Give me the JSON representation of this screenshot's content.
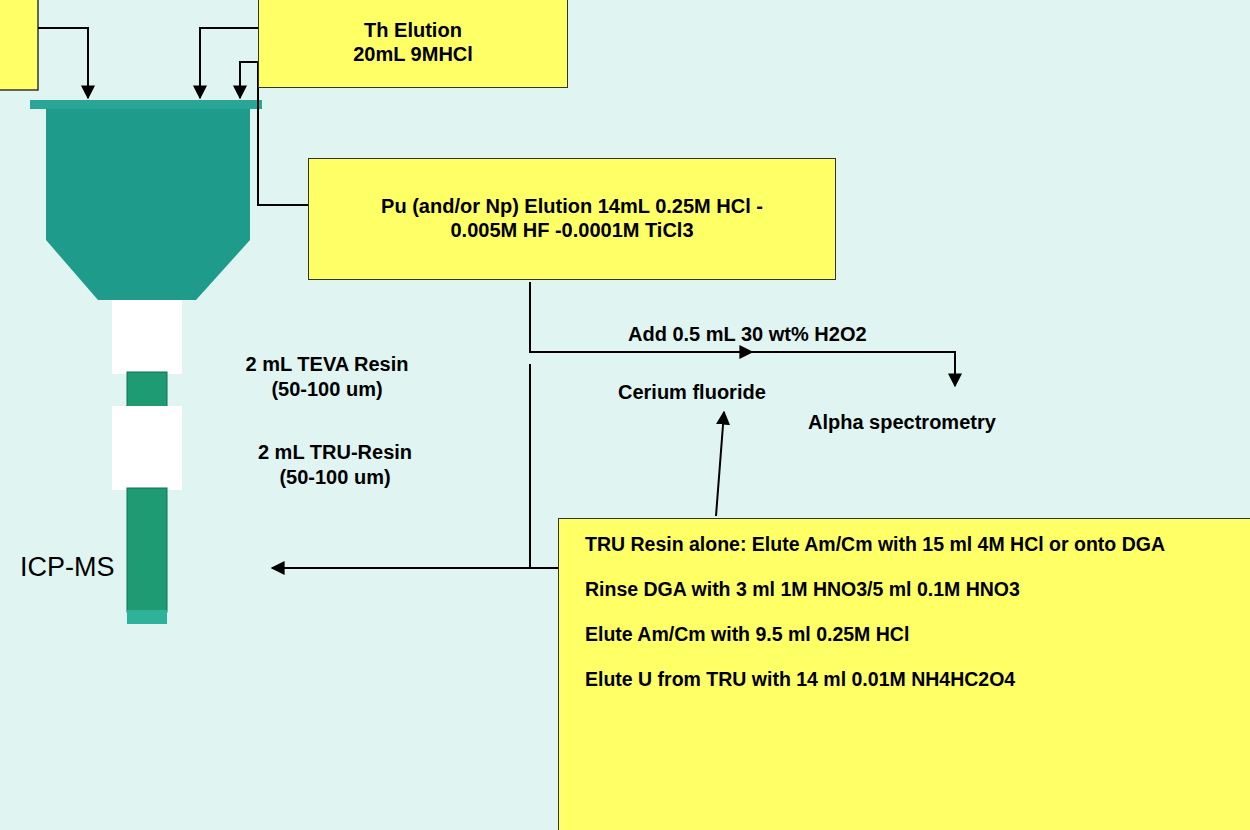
{
  "diagram": {
    "nodes": [
      {
        "text": [
          "Th Elution",
          "20mL 9MHCl"
        ]
      },
      {
        "text": [
          "Pu (and/or Np) Elution 14mL 0.25M HCl - 0.005M HF -0.0001M TiCl3"
        ]
      },
      {
        "text": [
          "TRU Resin alone: Elute Am/Cm with 15 ml 4M HCl  or onto DGA",
          "Rinse DGA with 3 ml 1M HNO3/5 ml 0.1M HNO3",
          "Elute Am/Cm with 9.5 ml 0.25M HCl",
          "Elute U from TRU with 14 ml 0.01M NH4HC2O4"
        ]
      }
    ],
    "labels": [
      "2 mL TEVA Resin (50-100 um)",
      "2 mL TRU-Resin (50-100 um)",
      "Add 0.5 mL 30 wt% H2O2",
      "Cerium  fluoride",
      "Alpha spectrometry",
      "ICP-MS"
    ]
  }
}
